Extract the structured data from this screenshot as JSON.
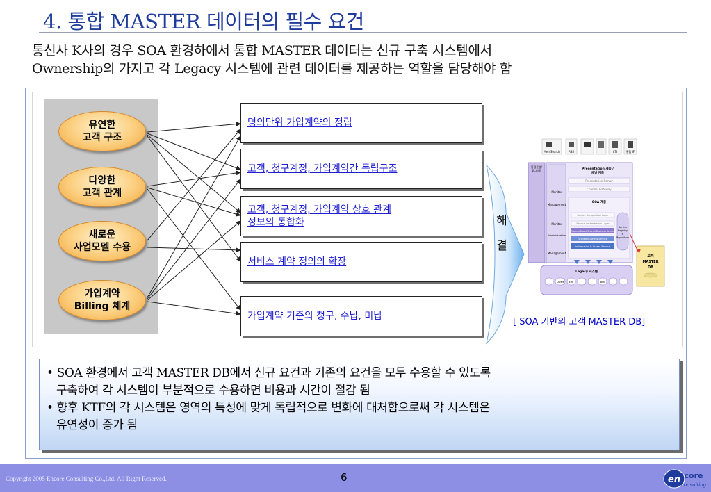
{
  "title": "4. 통합 MASTER 데이터의 필수 요건",
  "intro": {
    "line1": "통신사 K사의 경우 SOA 환경하에서 통합 MASTER 데이터는 신규 구축 시스템에서",
    "line2": "Ownership의 가지고 각 Legacy 시스템에 관련 데이터를 제공하는 역할을 담당해야 함"
  },
  "needs": [
    {
      "line1": "유연한",
      "line2": "고객 구조"
    },
    {
      "line1": "다양한",
      "line2": "고객 관계"
    },
    {
      "line1": "새로운",
      "line2": "사업모델 수용"
    },
    {
      "line1": "가입계약",
      "line2": "Billing 체계"
    }
  ],
  "requirements": [
    {
      "line1": "명의단위 가입계약의 정립",
      "line2": ""
    },
    {
      "line1": "고객, 청구계정, 가입계약간 독립구조",
      "line2": ""
    },
    {
      "line1": "고객, 청구계정, 가입계약 상호 관계",
      "line2": "정보의 통합화"
    },
    {
      "line1": "서비스 계약 정의의 확장",
      "line2": ""
    },
    {
      "line1": "가입계약 기준의 청구, 수납, 미납",
      "line2": ""
    }
  ],
  "solution": {
    "char1": "해",
    "char2": "결"
  },
  "architecture": {
    "caption": "[ SOA 기반의 고객 MASTER DB]",
    "top_icons": [
      "MemSearch",
      "ABS",
      "",
      "",
      "CTI",
      "통합 IF"
    ],
    "left_label": "통합운영/\n모니터링",
    "presentation": "Presentation 계층 /\n채널 계층",
    "presentation_server": "Presentation Server",
    "channel_gateway": "Channel Gateway",
    "soa_layer": "SOA 계층",
    "soa_items": [
      "Service Composition Layer",
      "Service Orchestration Layer",
      "Process-Based Shared Business Service",
      "Shared Business Service",
      "Information & Access Service"
    ],
    "side_items": [
      "Monitor",
      "Management",
      "Monitor",
      "Administration",
      "Management"
    ],
    "registry": "Service\nRegistry\n&\nRepository",
    "legacy": "Legacy 시스템",
    "legacy_items": [
      "",
      "CRMM",
      "ERP",
      "",
      "",
      "BMI",
      "",
      ""
    ],
    "db": {
      "line1": "고객",
      "line2": "MASTER",
      "line3": "DB"
    },
    "colors": {
      "purple": "#b9a6e0",
      "violet": "#8c7ad0",
      "blue": "#4a74c8",
      "db": "#f7e7a0"
    }
  },
  "bullets": [
    {
      "line1": "SOA 환경에서 고객 MASTER DB에서 신규 요건과 기존의 요건을 모두 수용할 수 있도록",
      "line2": "구축하여 각 시스템이 부분적으로 수용하면 비용과 시간이 절감 됨"
    },
    {
      "line1": "향후 KTF의 각 시스템은 영역의 특성에 맞게 독립적으로 변화에 대처함으로써 각 시스템은",
      "line2": "유연성이  증가 됨"
    }
  ],
  "footer": {
    "copyright": "Copyright 2005 Encore Consulting Co.,Ltd. All Right Reserved.",
    "page": "6",
    "logo_main": "en",
    "logo_sub": "core",
    "logo_tag": "consulting"
  }
}
